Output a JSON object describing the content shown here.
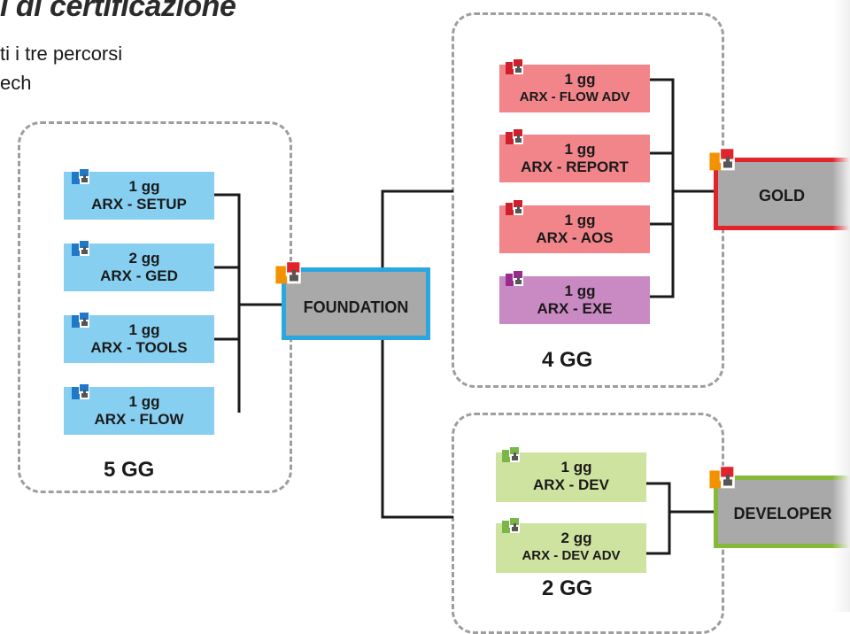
{
  "header": {
    "title": "i di certificazione",
    "intro_line1": "ti i tre percorsi",
    "intro_line2": "ech"
  },
  "colors": {
    "blue_box": "#86cff0",
    "blue_icon": "#1f78c8",
    "red_box": "#f1858a",
    "red_icon": "#d01f2a",
    "purple_box": "#c98ac3",
    "purple_icon": "#9a2b8e",
    "green_box": "#cfe3a0",
    "green_icon": "#7ab648",
    "foundation_border": "#2aa7df",
    "gold_border": "#e2232a",
    "developer_border": "#86b83a",
    "big_box_fill": "#a9a9a9",
    "connector": "#1a1a1a",
    "group_border": "#9e9e9e"
  },
  "groups": {
    "base": {
      "label": "5 GG"
    },
    "gold": {
      "label": "4 GG"
    },
    "developer": {
      "label": "2 GG"
    }
  },
  "courses": [
    {
      "id": "setup",
      "duration": "1 gg",
      "name": "ARX - SETUP",
      "color": "blue"
    },
    {
      "id": "ged",
      "duration": "2 gg",
      "name": "ARX - GED",
      "color": "blue"
    },
    {
      "id": "tools",
      "duration": "1 gg",
      "name": "ARX - TOOLS",
      "color": "blue"
    },
    {
      "id": "flow",
      "duration": "1 gg",
      "name": "ARX - FLOW",
      "color": "blue"
    },
    {
      "id": "flow_adv",
      "duration": "1 gg",
      "name": "ARX - FLOW ADV",
      "color": "red"
    },
    {
      "id": "report",
      "duration": "1 gg",
      "name": "ARX - REPORT",
      "color": "red"
    },
    {
      "id": "aos",
      "duration": "1 gg",
      "name": "ARX - AOS",
      "color": "red"
    },
    {
      "id": "exe",
      "duration": "1 gg",
      "name": "ARX - EXE",
      "color": "purple"
    },
    {
      "id": "dev",
      "duration": "1 gg",
      "name": "ARX - DEV",
      "color": "green"
    },
    {
      "id": "dev_adv",
      "duration": "2 gg",
      "name": "ARX - DEV ADV",
      "color": "green"
    }
  ],
  "certifications": {
    "foundation": "FOUNDATION",
    "gold": "GOLD",
    "developer": "DEVELOPER"
  }
}
